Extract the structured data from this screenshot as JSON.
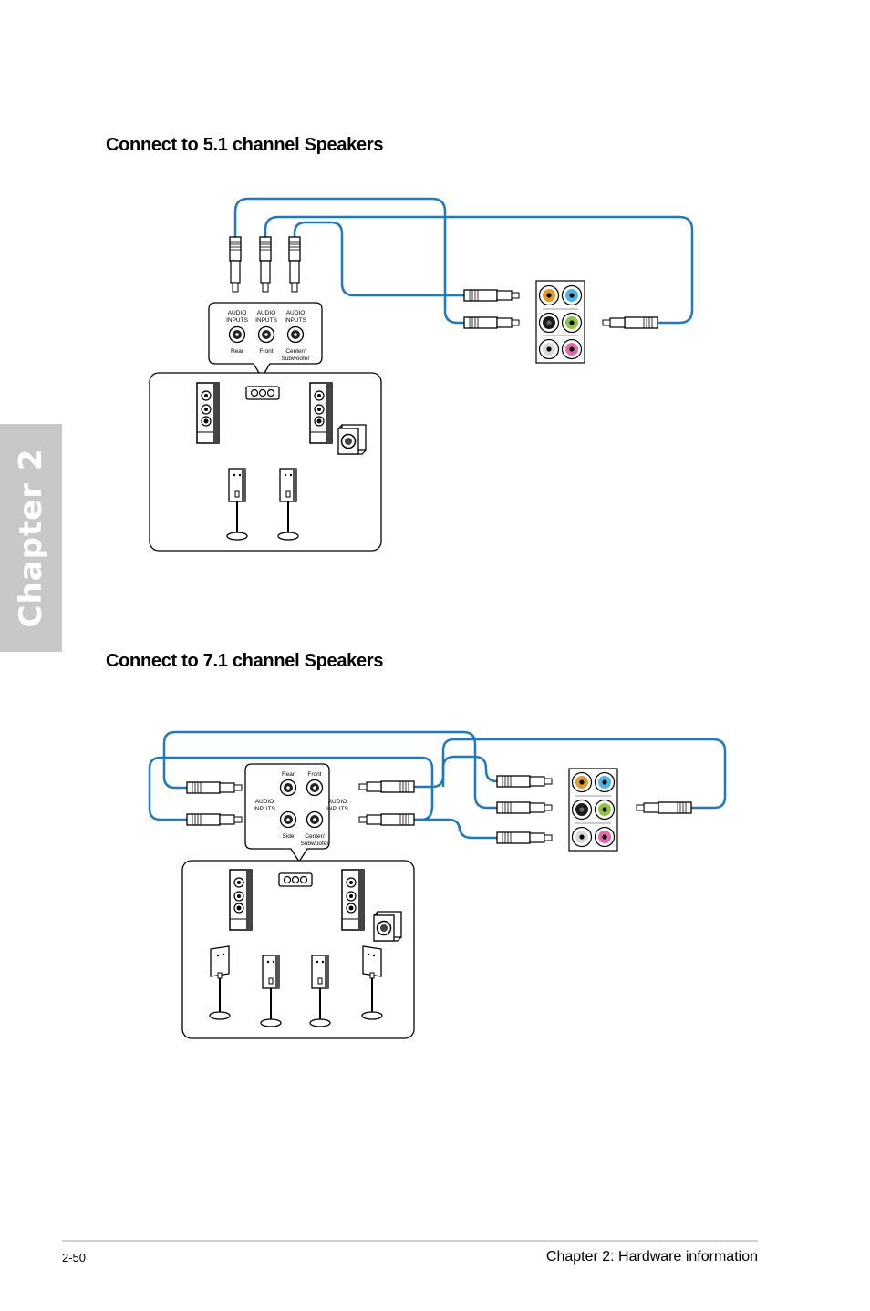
{
  "side_tab": {
    "label": "Chapter 2"
  },
  "sections": {
    "s51": {
      "title": "Connect to 5.1 channel Speakers",
      "panel_labels": {
        "audio_inputs": [
          "AUDIO",
          "INPUTS"
        ],
        "jacks": [
          "Rear",
          "Front",
          "Center/",
          "Subwoofer"
        ]
      }
    },
    "s71": {
      "title": "Connect to 7.1 channel Speakers",
      "panel_labels": {
        "audio_inputs": [
          "AUDIO",
          "INPUTS"
        ],
        "jacks": [
          "Rear",
          "Front",
          "Side",
          "Center/",
          "Subwoofer"
        ]
      }
    }
  },
  "jack_colors": {
    "orange": "#e59a2a",
    "blue": "#4bb7e6",
    "black": "#1a1a1a",
    "green": "#8cc63f",
    "gray": "#d9d9d9",
    "pink": "#e36aa8"
  },
  "cable_color": "#1f78c1",
  "footer": {
    "page_number": "2-50",
    "title": "Chapter 2: Hardware information"
  }
}
